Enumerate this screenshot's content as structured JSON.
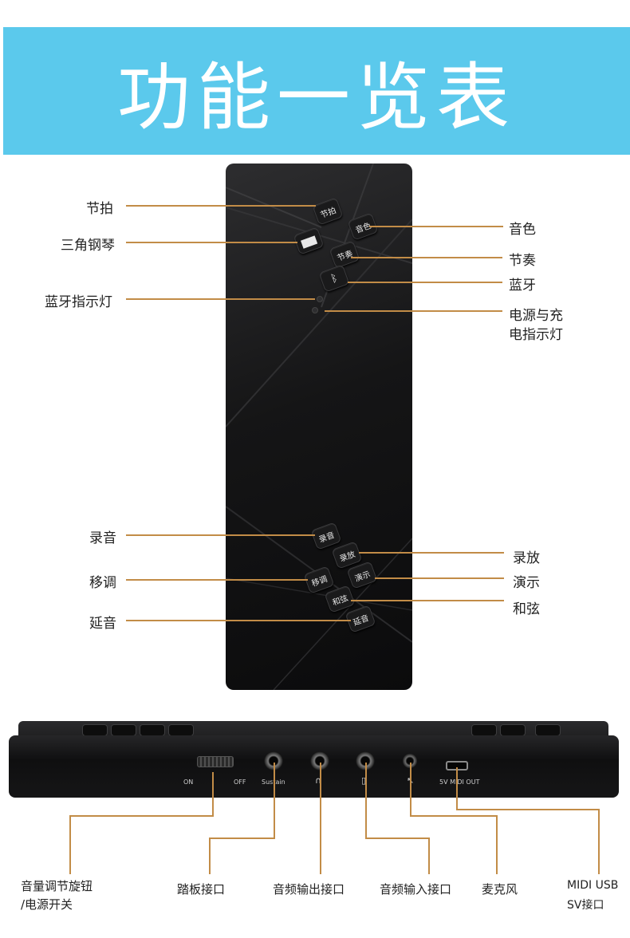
{
  "banner": {
    "title": "功能一览表",
    "color": "#5bc9ec"
  },
  "top_view": {
    "buttons": {
      "beat": "节拍",
      "tone": "音色",
      "rhythm": "节奏",
      "record": "录音",
      "playback": "录放",
      "transpose": "移调",
      "demo": "演示",
      "chord": "和弦",
      "sustain": "延音"
    },
    "labels": {
      "beat": "节拍",
      "grand_piano": "三角钢琴",
      "bluetooth_indicator": "蓝牙指示灯",
      "tone": "音色",
      "rhythm": "节奏",
      "bluetooth": "蓝牙",
      "power_indicator_line1": "电源与充",
      "power_indicator_line2": "电指示灯",
      "record": "录音",
      "transpose": "移调",
      "sustain": "延音",
      "playback": "录放",
      "demo": "演示",
      "chord": "和弦"
    }
  },
  "side_view": {
    "captions": {
      "on": "ON",
      "off": "OFF",
      "sustain_port": "Sustain",
      "midi_out": "5V MIDI OUT"
    },
    "labels": {
      "volume_line1": "音量调节旋钮",
      "volume_line2": "/电源开关",
      "pedal": "踏板接口",
      "audio_out": "音频输出接口",
      "audio_in": "音频输入接口",
      "mic": "麦克风",
      "midi_line1": "MIDI USB",
      "midi_line2": "SV接口"
    }
  },
  "colors": {
    "leader_line": "#c28c47",
    "label_text": "#222222"
  },
  "icons": [
    "piano-icon",
    "bluetooth-icon",
    "headphone-icon",
    "audio-in-icon",
    "mic-icon"
  ]
}
